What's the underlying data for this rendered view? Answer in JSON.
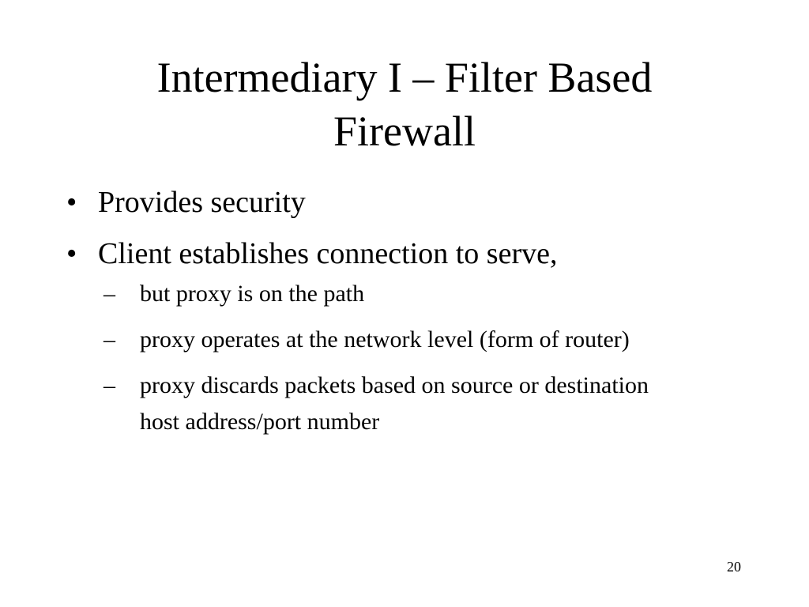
{
  "slide": {
    "title_line1": "Intermediary I – Filter Based",
    "title_line2": "Firewall",
    "bullet_glyph": "•",
    "dash_glyph": "–",
    "bullets": [
      {
        "text": "Provides security"
      },
      {
        "text": "Client establishes connection to serve,"
      }
    ],
    "sub_bullets": [
      {
        "text": "but proxy is on the path"
      },
      {
        "text": "proxy operates at the network level (form of router)"
      },
      {
        "text": "proxy discards packets based on source or destination host address/port number"
      }
    ],
    "page_number": "20"
  }
}
